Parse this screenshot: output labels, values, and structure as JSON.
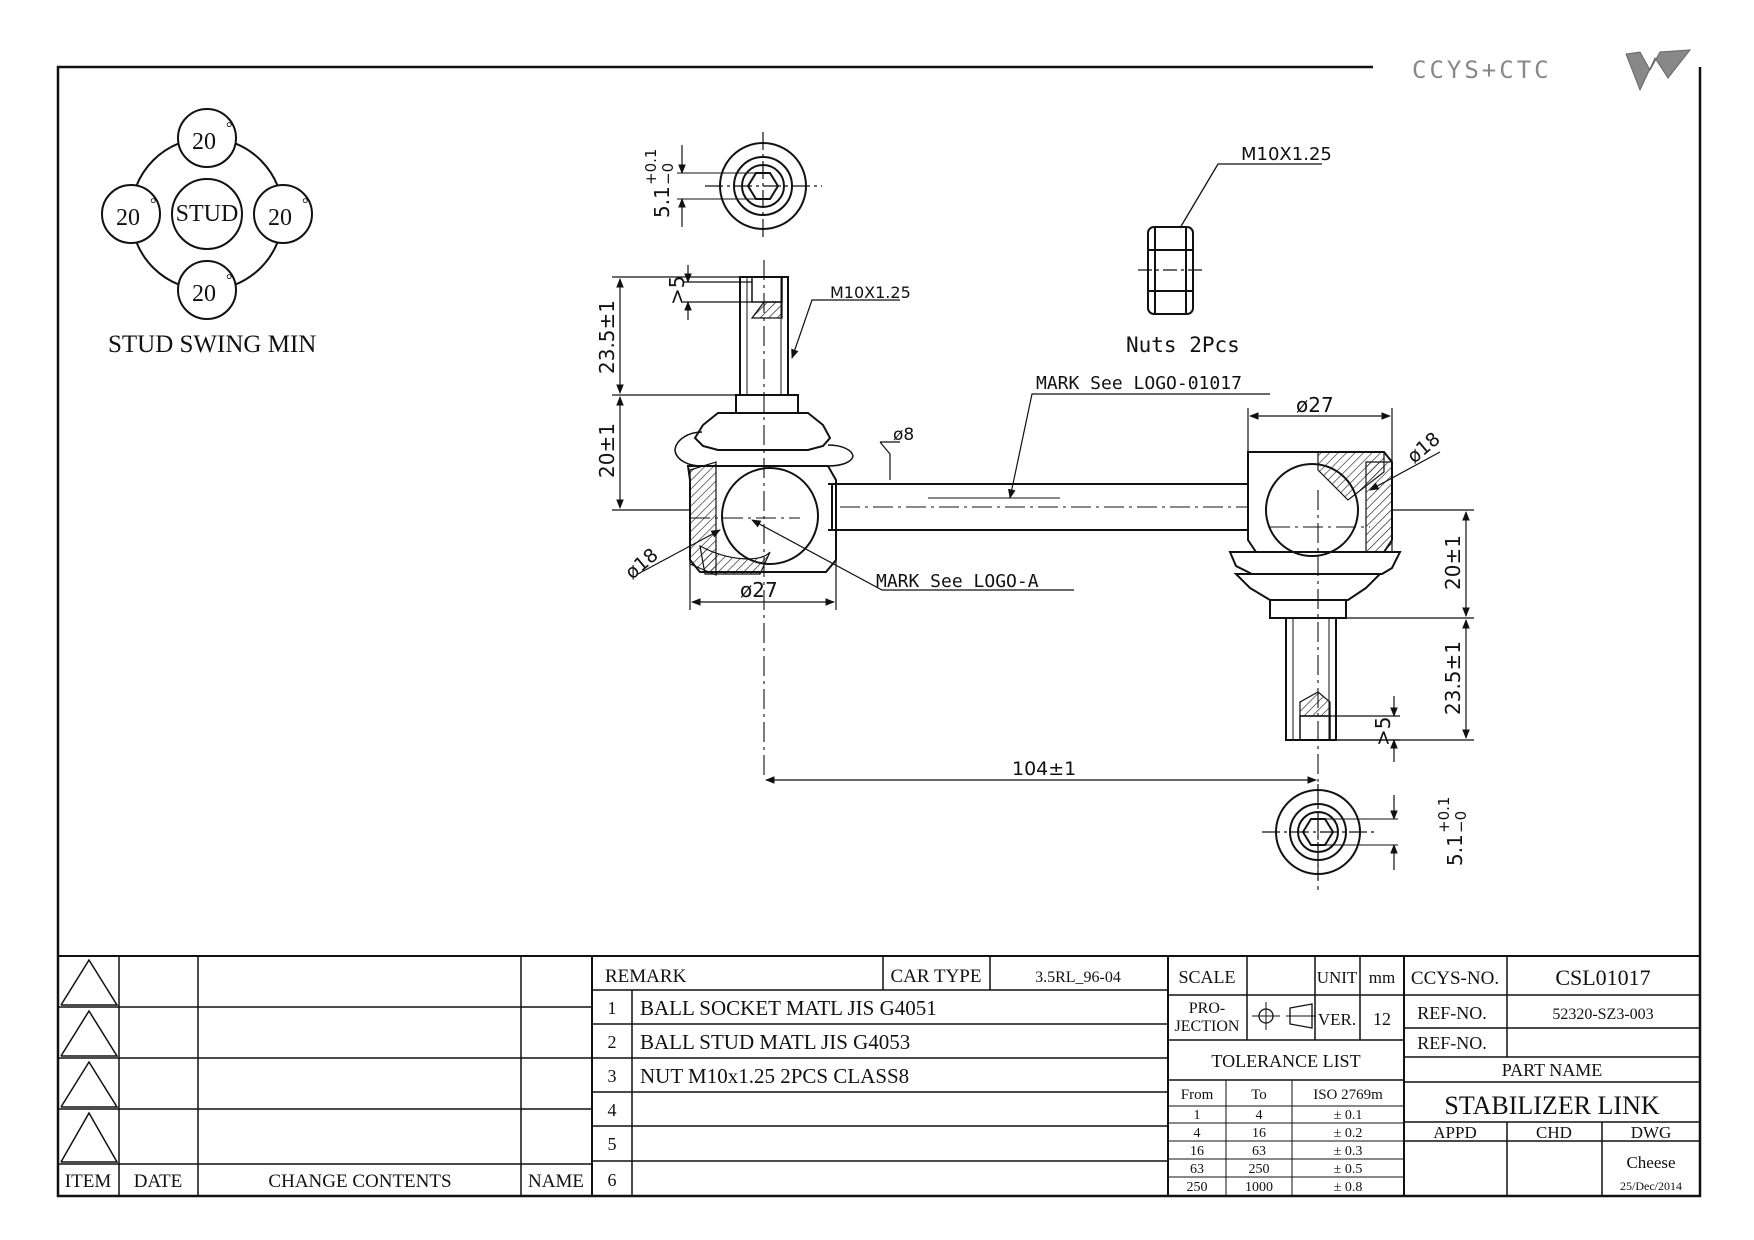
{
  "logo": {
    "text": "CCYS+CTC"
  },
  "stud_swing": {
    "center": "STUD",
    "angle_top": "20",
    "angle_left": "20",
    "angle_right": "20",
    "angle_bottom": "20",
    "degree": "°",
    "caption": "STUD SWING MIN"
  },
  "callouts": {
    "thread_top": "M10X1.25",
    "nut_thread": "M10X1.25",
    "nuts": "Nuts 2Pcs",
    "mark_logo_01017": "MARK See LOGO-01017",
    "mark_logo_a": "MARK See LOGO-A"
  },
  "dimensions": {
    "hex_top": "5.1+0.1/-0",
    "hex_top_main": "5.1",
    "hex_top_plus": "+0.1",
    "hex_top_minus": "−0",
    "hex_bottom_main": "5.1",
    "hex_bottom_plus": "+0.1",
    "hex_bottom_minus": "−0",
    "gt5_top": ">5",
    "gt5_bottom": ">5",
    "stud_len_left": "23.5±1",
    "stud_len_right": "23.5±1",
    "height_left": "20±1",
    "height_right": "20±1",
    "rod_dia": "ø8",
    "ball_dia_left": "ø18",
    "ball_dia_right": "ø18",
    "socket_dia_left": "ø27",
    "socket_dia_right": "ø27",
    "center_distance": "104±1"
  },
  "revision_table": {
    "headers": [
      "ITEM",
      "DATE",
      "CHANGE CONTENTS",
      "NAME"
    ]
  },
  "remarks": {
    "header": "REMARK",
    "car_type_label": "CAR TYPE",
    "car_type_value": "3.5RL_96-04",
    "rows": [
      {
        "no": "1",
        "text": "BALL SOCKET MATL JIS G4051"
      },
      {
        "no": "2",
        "text": "BALL STUD MATL JIS G4053"
      },
      {
        "no": "3",
        "text": "NUT M10x1.25 2PCS CLASS8"
      },
      {
        "no": "4",
        "text": ""
      },
      {
        "no": "5",
        "text": ""
      },
      {
        "no": "6",
        "text": ""
      }
    ]
  },
  "tolerance": {
    "scale_label": "SCALE",
    "scale_value": "",
    "unit_label": "UNIT",
    "unit_value": "mm",
    "projection_label_1": "PRO-",
    "projection_label_2": "JECTION",
    "ver_label": "VER.",
    "ver_value": "12",
    "title": "TOLERANCE LIST",
    "col_from": "From",
    "col_to": "To",
    "col_iso": "ISO 2769m",
    "rows": [
      {
        "from": "1",
        "to": "4",
        "tol": "± 0.1"
      },
      {
        "from": "4",
        "to": "16",
        "tol": "± 0.2"
      },
      {
        "from": "16",
        "to": "63",
        "tol": "± 0.3"
      },
      {
        "from": "63",
        "to": "250",
        "tol": "± 0.5"
      },
      {
        "from": "250",
        "to": "1000",
        "tol": "± 0.8"
      }
    ]
  },
  "title_block": {
    "ccys_no_label": "CCYS-NO.",
    "ccys_no_value": "CSL01017",
    "ref_no_label_1": "REF-NO.",
    "ref_no_value_1": "52320-SZ3-003",
    "ref_no_label_2": "REF-NO.",
    "ref_no_value_2": "",
    "part_name_label": "PART NAME",
    "part_name_value": "STABILIZER LINK",
    "appd_label": "APPD",
    "chd_label": "CHD",
    "dwg_label": "DWG",
    "dwg_name": "Cheese",
    "dwg_date": "25/Dec/2014"
  }
}
